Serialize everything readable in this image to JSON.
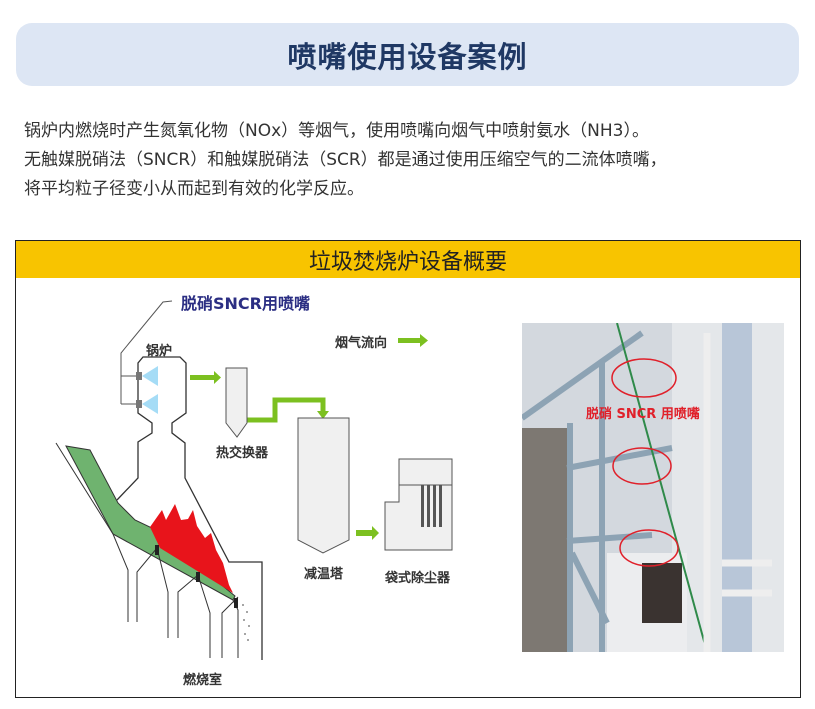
{
  "header": {
    "title": "喷嘴使用设备案例"
  },
  "intro": {
    "lines": [
      "锅炉内燃烧时产生氮氧化物（NOx）等烟气，使用喷嘴向烟气中喷射氨水（NH3）。",
      "无触媒脱硝法（SNCR）和触媒脱硝法（SCR）都是通过使用压缩空气的二流体喷嘴，",
      "将平均粒子径变小从而起到有效的化学反应。"
    ]
  },
  "panel": {
    "title": "垃圾焚烧炉设备概要",
    "diagram": {
      "nozzle_label": "脱硝SNCR用喷嘴",
      "boiler": "锅炉",
      "heat_exchanger": "热交换器",
      "cooling_tower": "减温塔",
      "bag_filter": "袋式除尘器",
      "combustion_chamber": "燃烧室",
      "flow_legend": "烟气流向"
    },
    "photo": {
      "label": "脱硝 SNCR 用喷嘴"
    }
  },
  "colors": {
    "title": "#1f3864",
    "header_bg": "#dde6f4",
    "panel_head": "#f8c400",
    "arrow": "#7cc020",
    "grate": "#6fb36f",
    "flame": "#e8141b",
    "sncr_label": "#2b2e83",
    "photo_label": "#e0202a"
  }
}
